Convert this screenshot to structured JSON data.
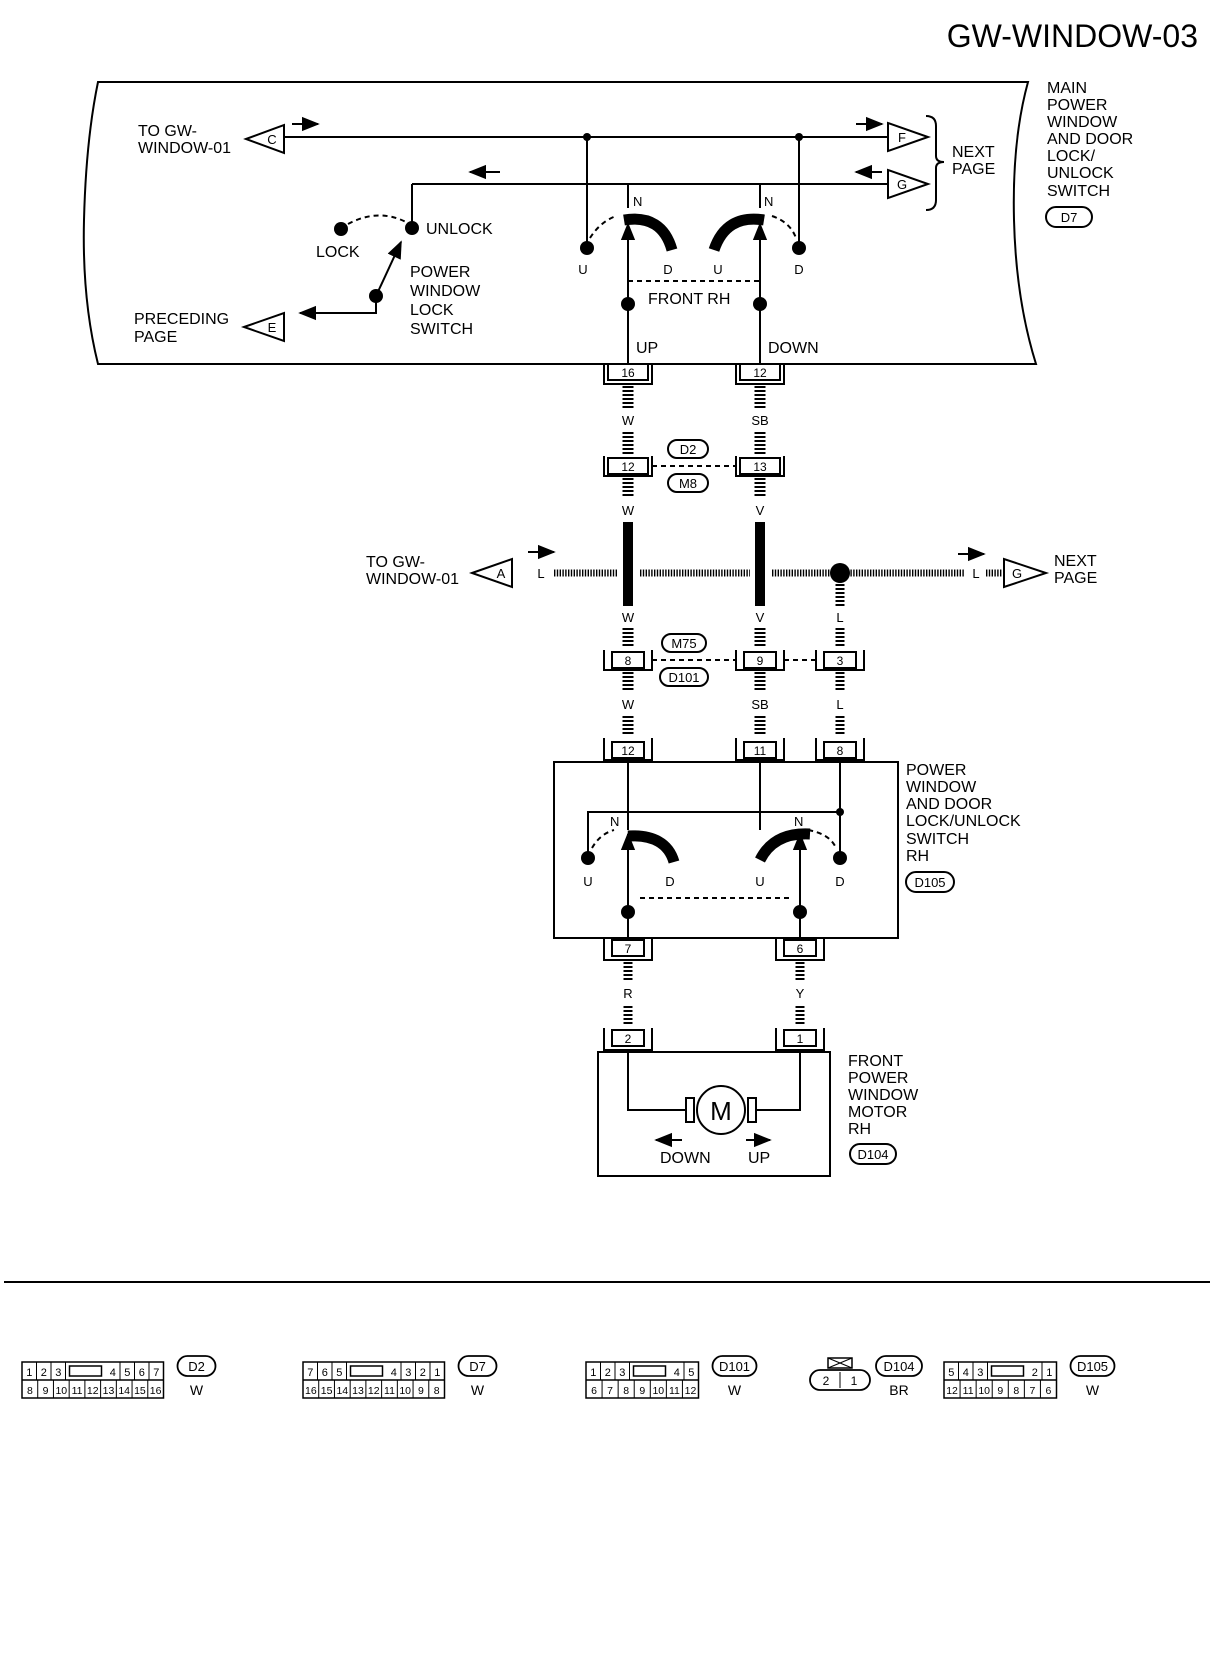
{
  "page_title": "GW-WINDOW-03",
  "main_switch": {
    "label_lines": [
      "MAIN",
      "POWER",
      "WINDOW",
      "AND DOOR",
      "LOCK/",
      "UNLOCK",
      "SWITCH"
    ],
    "code": "D7",
    "to_label_lines": [
      "TO GW-",
      "WINDOW-01"
    ],
    "to_connector": "C",
    "next_label_lines": [
      "NEXT",
      "PAGE"
    ],
    "next_connectors": [
      "F",
      "G"
    ],
    "preceding_label_lines": [
      "PRECEDING",
      "PAGE"
    ],
    "preceding_connector": "E",
    "lock_switch_lines": [
      "POWER",
      "WINDOW",
      "LOCK",
      "SWITCH"
    ],
    "lock_label": "LOCK",
    "unlock_label": "UNLOCK",
    "n_label": "N",
    "u_label": "U",
    "d_label": "D",
    "front_rh_label": "FRONT RH",
    "up_label": "UP",
    "down_label": "DOWN",
    "pins": [
      "16",
      "12"
    ]
  },
  "harness": {
    "wire_colors_top": [
      "W",
      "SB"
    ],
    "joint_codes": [
      "D2",
      "M8"
    ],
    "joint_pins": [
      "12",
      "13"
    ],
    "wire_colors_mid": [
      "W",
      "V"
    ],
    "bus_left_lines": [
      "TO GW-",
      "WINDOW-01"
    ],
    "bus_left_connector": "A",
    "bus_color": "L",
    "bus_right_connector": "G",
    "bus_right_lines": [
      "NEXT",
      "PAGE"
    ],
    "wire_colors_low": [
      "W",
      "V",
      "L"
    ],
    "joint2_codes": [
      "M75",
      "D101"
    ],
    "joint2_pins": [
      "8",
      "9",
      "3"
    ],
    "wire_colors_bottom": [
      "W",
      "SB",
      "L"
    ]
  },
  "rh_switch": {
    "label_lines": [
      "POWER",
      "WINDOW",
      "AND DOOR",
      "LOCK/UNLOCK",
      "SWITCH",
      "RH"
    ],
    "code": "D105",
    "pins_top": [
      "12",
      "11",
      "8"
    ],
    "n_label": "N",
    "u_label": "U",
    "d_label": "D",
    "pins_bottom": [
      "7",
      "6"
    ],
    "wire_colors": [
      "R",
      "Y"
    ]
  },
  "motor": {
    "label_lines": [
      "FRONT",
      "POWER",
      "WINDOW",
      "MOTOR",
      "RH"
    ],
    "code": "D104",
    "pins": [
      "2",
      "1"
    ],
    "symbol": "M",
    "down_label": "DOWN",
    "up_label": "UP"
  },
  "connector_views": {
    "d2": {
      "top": [
        "1",
        "2",
        "3",
        "4",
        "5",
        "6",
        "7"
      ],
      "bottom": [
        "8",
        "9",
        "10",
        "11",
        "12",
        "13",
        "14",
        "15",
        "16"
      ],
      "code": "D2",
      "color": "W"
    },
    "d7": {
      "top": [
        "7",
        "6",
        "5",
        "4",
        "3",
        "2",
        "1"
      ],
      "bottom": [
        "16",
        "15",
        "14",
        "13",
        "12",
        "11",
        "10",
        "9",
        "8"
      ],
      "code": "D7",
      "color": "W"
    },
    "d101": {
      "top": [
        "1",
        "2",
        "3",
        "4",
        "5"
      ],
      "bottom": [
        "6",
        "7",
        "8",
        "9",
        "10",
        "11",
        "12"
      ],
      "code": "D101",
      "color": "W"
    },
    "d104": {
      "pins": [
        "2",
        "1"
      ],
      "code": "D104",
      "color": "BR"
    },
    "d105": {
      "top": [
        "5",
        "4",
        "3",
        "2",
        "1"
      ],
      "bottom": [
        "12",
        "11",
        "10",
        "9",
        "8",
        "7",
        "6"
      ],
      "code": "D105",
      "color": "W"
    }
  }
}
